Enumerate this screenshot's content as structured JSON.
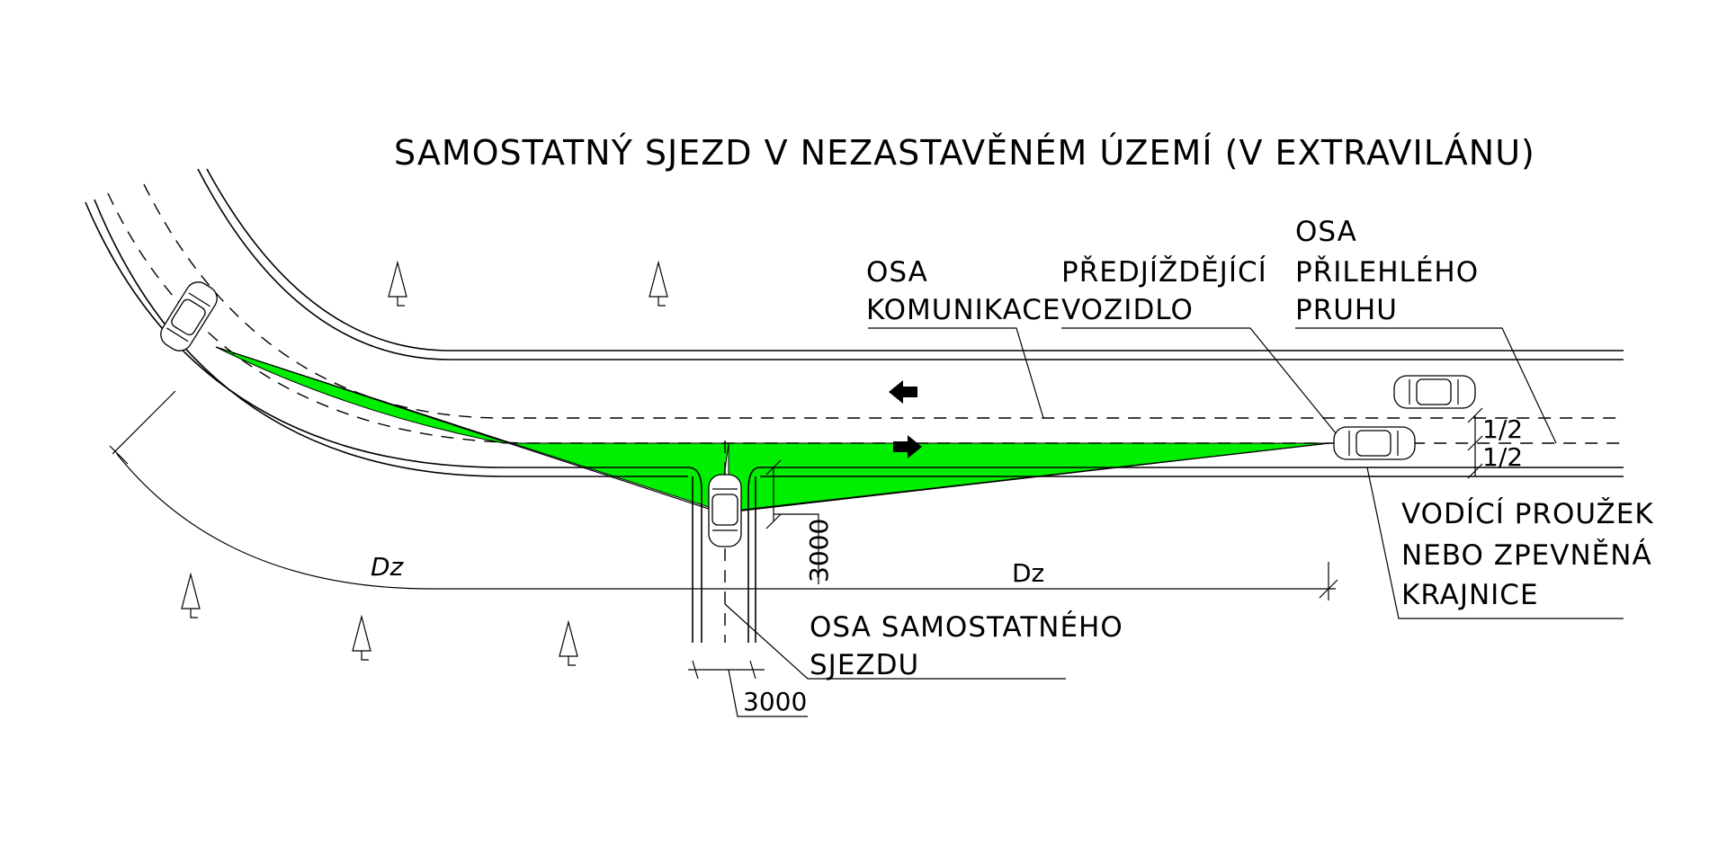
{
  "title": "SAMOSTATNÝ SJEZD V NEZASTAVĚNÉM ÚZEMÍ (V EXTRAVILÁNU)",
  "labels": {
    "road_axis": [
      "OSA",
      "KOMUNIKACE"
    ],
    "overtaking_vehicle": [
      "PŘEDJÍŽDĚJÍCÍ",
      "VOZIDLO"
    ],
    "adjacent_lane_axis": [
      "OSA",
      "PŘILEHLÉHO",
      "PRUHU"
    ],
    "guide_strip": [
      "VODÍCÍ PROUŽEK",
      "NEBO ZPEVNĚNÁ",
      "KRAJNICE"
    ],
    "driveway_axis": [
      "OSA SAMOSTATNÉHO",
      "SJEZDU"
    ]
  },
  "dimensions": {
    "dz_curve": "Dz",
    "dz_straight": "Dz",
    "driveway_depth": "3000",
    "driveway_width": "3000",
    "half_upper": "1/2",
    "half_lower": "1/2"
  },
  "colors": {
    "sight_triangle": "#00ee00",
    "line": "#000000",
    "background": "#ffffff"
  },
  "icons": [
    "tree-symbol",
    "car-symbol",
    "direction-arrow"
  ]
}
